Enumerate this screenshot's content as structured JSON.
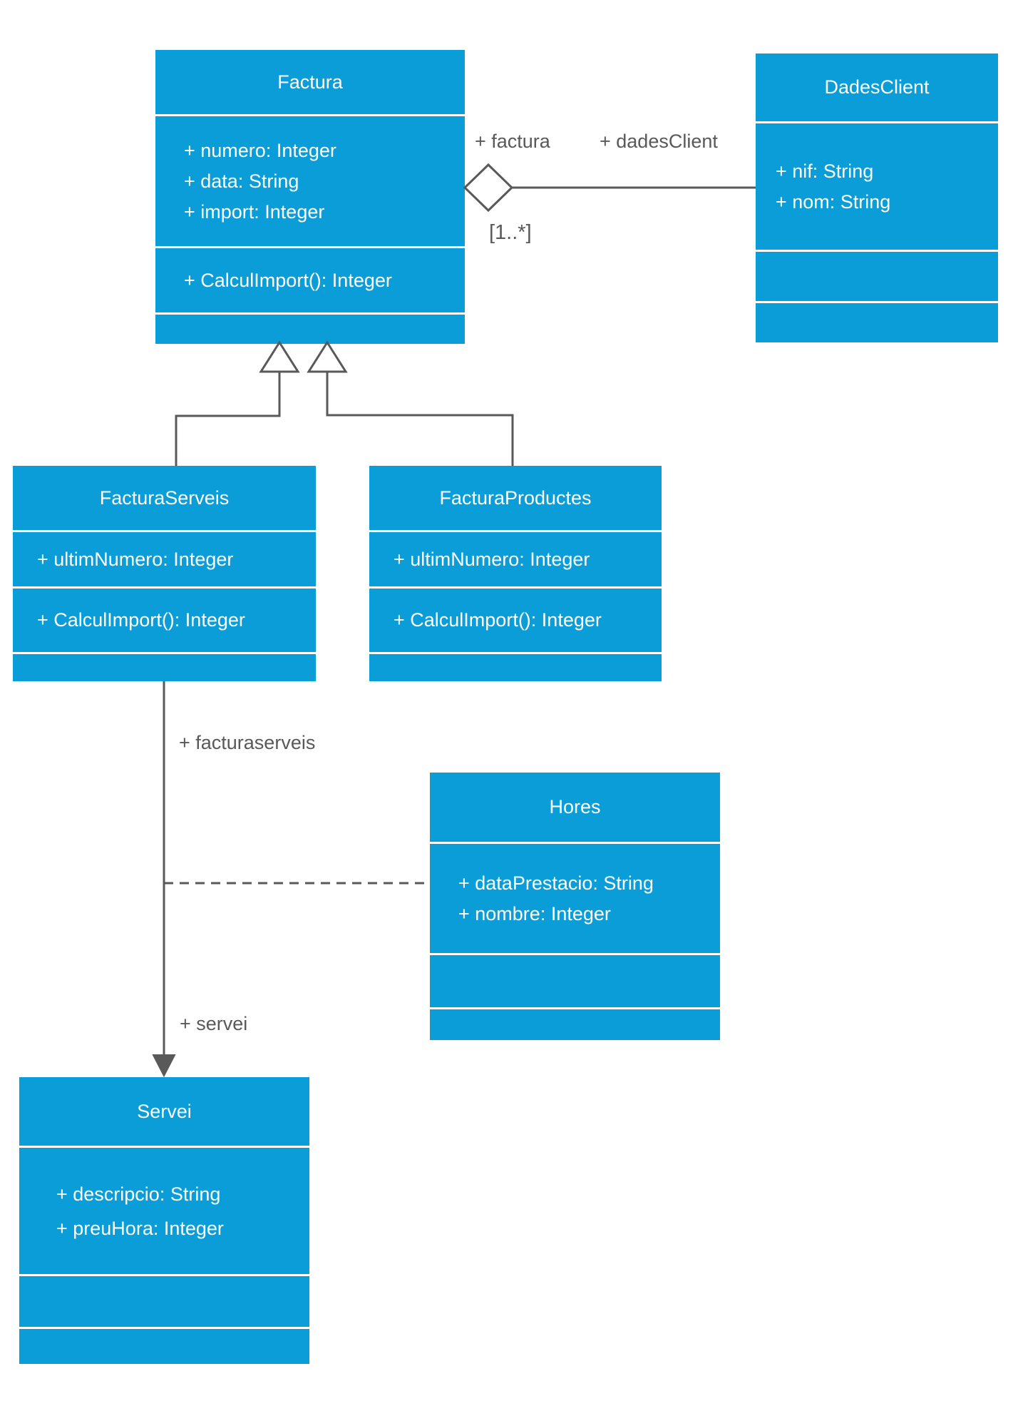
{
  "diagram": {
    "kind": "uml-class-diagram",
    "fill_color": "#0a9dd8",
    "line_color": "#595959",
    "text_color": "#ffffff",
    "background_color": "#ffffff"
  },
  "classes": {
    "factura": {
      "name": "Factura",
      "attributes": [
        "+ numero: Integer",
        "+ data: String",
        "+ import: Integer"
      ],
      "methods": [
        "+ CalculImport(): Integer"
      ]
    },
    "dadesclient": {
      "name": "DadesClient",
      "attributes": [
        "+ nif: String",
        "+ nom: String"
      ],
      "methods": []
    },
    "facturaserveis": {
      "name": "FacturaServeis",
      "attributes": [
        "+ ultimNumero: Integer"
      ],
      "methods": [
        "+ CalculImport(): Integer"
      ]
    },
    "facturaproductes": {
      "name": "FacturaProductes",
      "attributes": [
        "+ ultimNumero: Integer"
      ],
      "methods": [
        "+ CalculImport(): Integer"
      ]
    },
    "hores": {
      "name": "Hores",
      "attributes": [
        "+ dataPrestacio: String",
        "+ nombre: Integer"
      ],
      "methods": []
    },
    "servei": {
      "name": "Servei",
      "attributes": [
        "+ descripcio: String",
        "+ preuHora: Integer"
      ],
      "methods": []
    }
  },
  "relationships": {
    "aggregation_factura_dadesclient": {
      "role_factura": "+ factura",
      "role_dadesclient": "+ dadesClient",
      "multiplicity": "[1..*]"
    },
    "association_facturaserveis_servei": {
      "role_facturaserveis": "+ facturaserveis",
      "role_servei": "+ servei"
    }
  }
}
